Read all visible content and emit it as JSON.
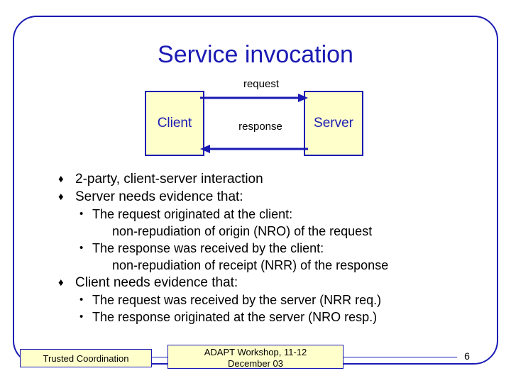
{
  "slide": {
    "title": "Service invocation",
    "diagram": {
      "client_label": "Client",
      "server_label": "Server",
      "request_label": "request",
      "response_label": "response"
    },
    "bullets": [
      {
        "marker": "♦",
        "text": "2-party, client-server interaction"
      },
      {
        "marker": "♦",
        "text": "Server needs evidence that:"
      },
      {
        "marker": "•",
        "text": "The request originated at the client:",
        "indent": 2
      },
      {
        "text": "non-repudiation of origin (NRO) of the request",
        "indent": 3
      },
      {
        "marker": "•",
        "text": "The response was received by the client:",
        "indent": 2
      },
      {
        "text": "non-repudiation of receipt (NRR) of the response",
        "indent": 3
      },
      {
        "marker": "♦",
        "text": "Client needs evidence that:"
      },
      {
        "marker": "•",
        "text": "The request was received by the server (NRR req.)",
        "indent": 2
      },
      {
        "marker": "•",
        "text": "The response originated at the server (NRO resp.)",
        "indent": 2
      }
    ],
    "footer": {
      "left": "Trusted Coordination",
      "center_line1": "ADAPT Workshop, 11-12",
      "center_line2": "December 03",
      "page_number": "6"
    },
    "colors": {
      "frame": "#1a1ab4",
      "title": "#1a1ab4",
      "box_fill": "#ffffcc",
      "box_border": "#1a1ab4",
      "text": "#000000"
    }
  }
}
